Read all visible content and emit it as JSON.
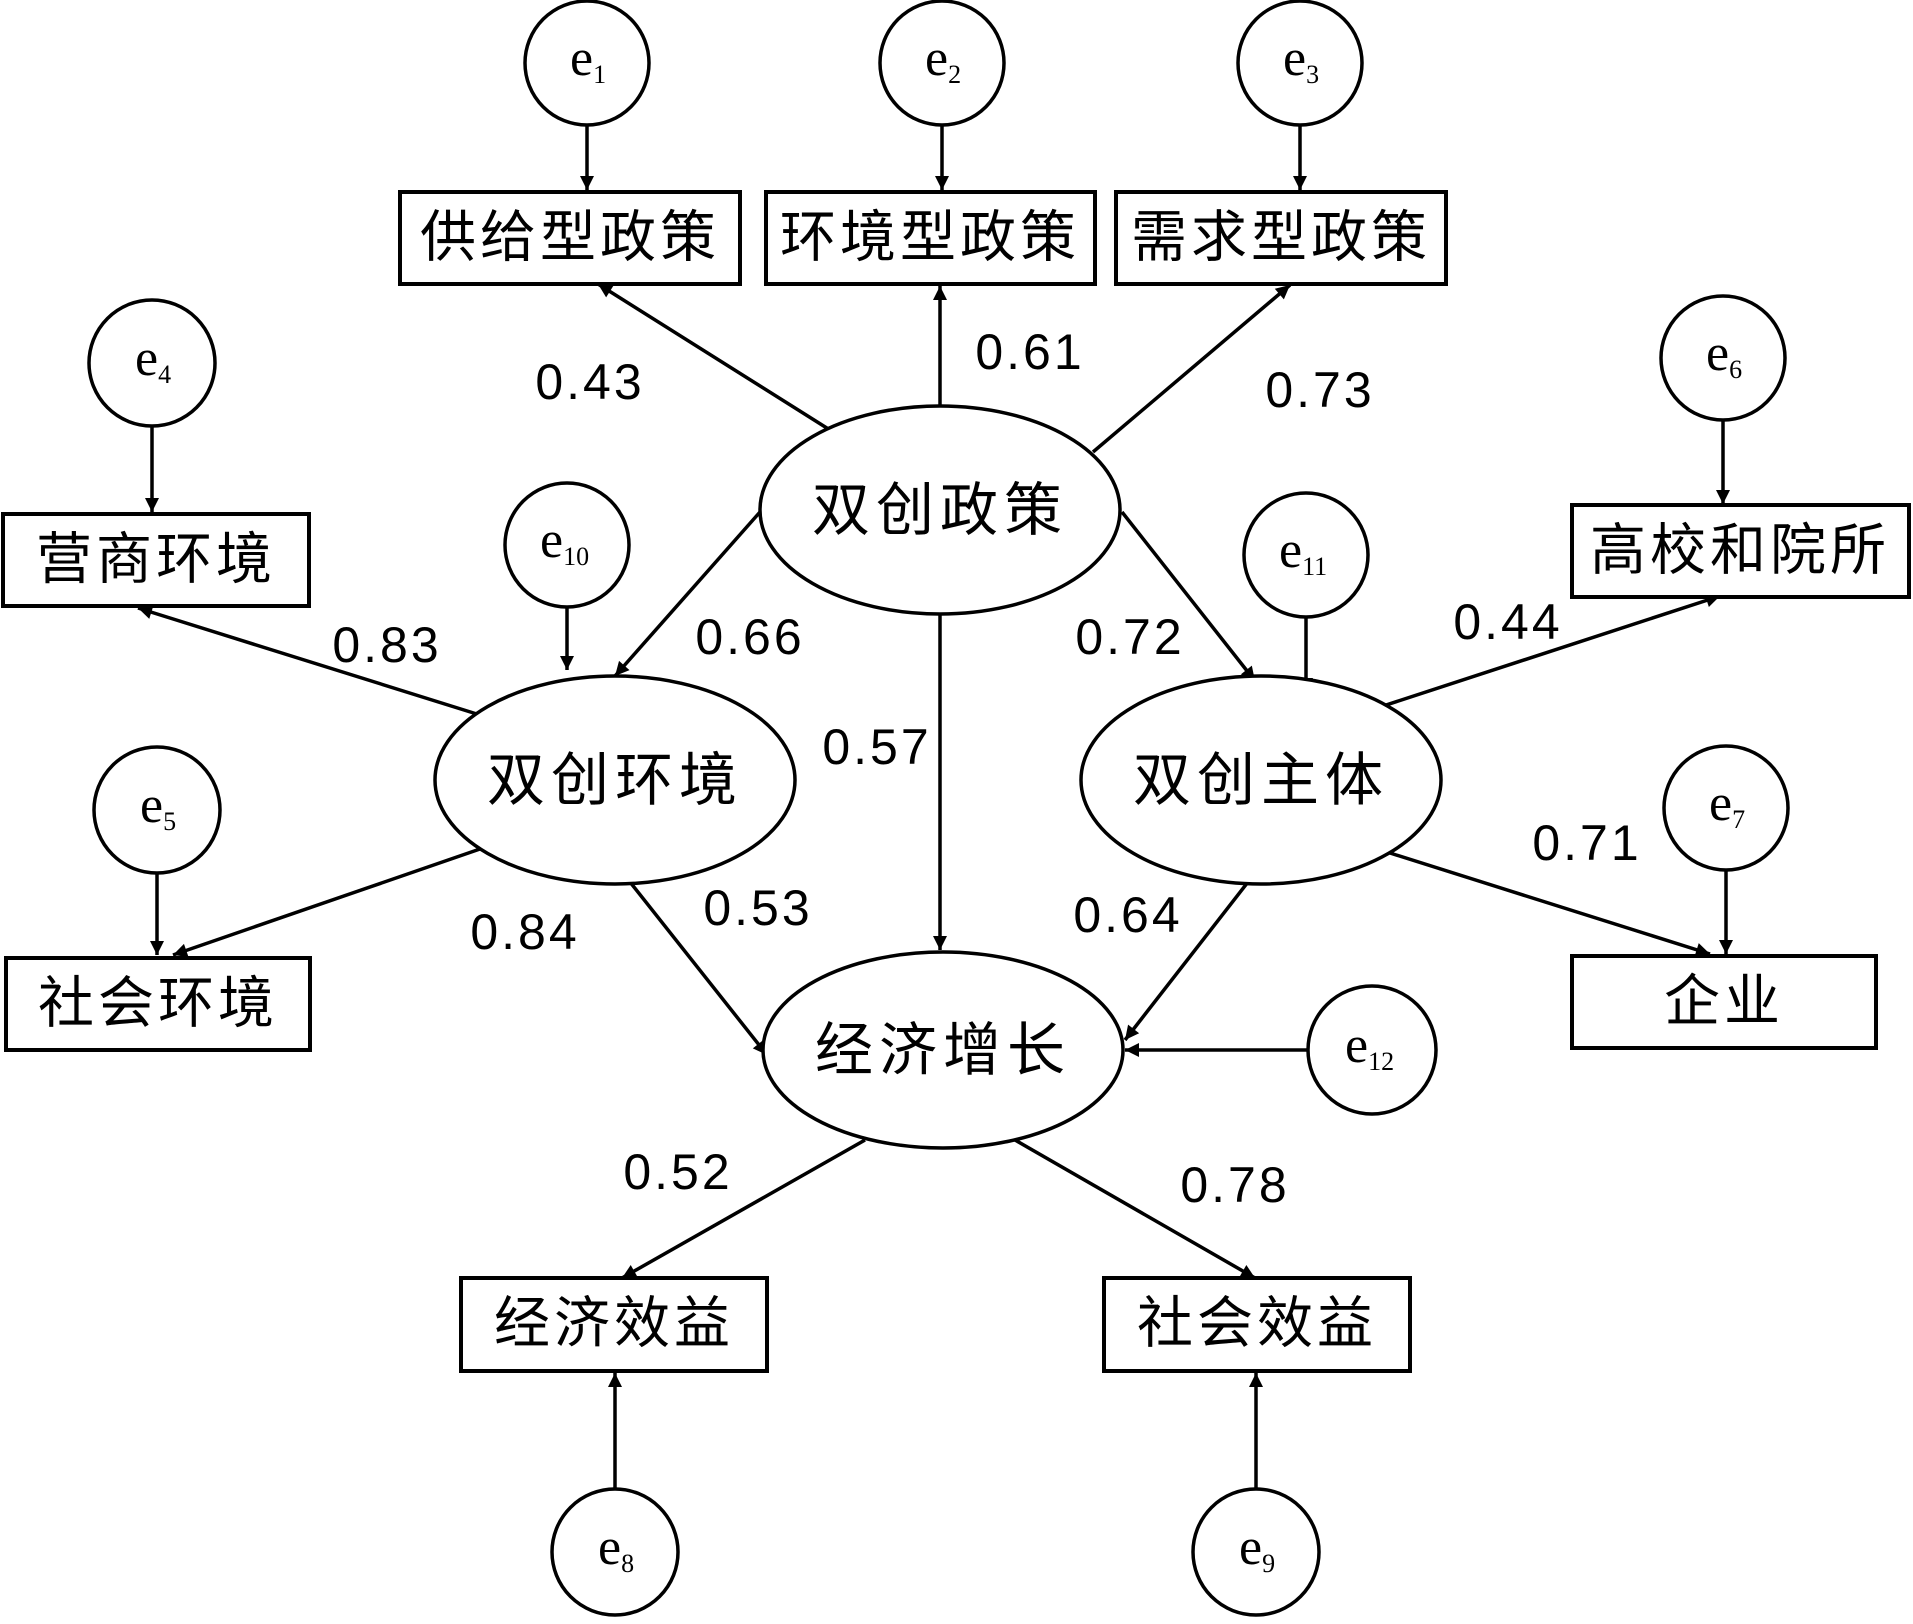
{
  "latents": {
    "policy": "双创政策",
    "environment": "双创环境",
    "subject": "双创主体",
    "growth": "经济增长"
  },
  "observed": {
    "supply_policy": "供给型政策",
    "env_policy": "环境型政策",
    "demand_policy": "需求型政策",
    "business_env": "营商环境",
    "social_env": "社会环境",
    "universities": "高校和院所",
    "enterprises": "企业",
    "econ_benefit": "经济效益",
    "social_benefit": "社会效益"
  },
  "errors": {
    "e1": {
      "base": "e",
      "sub": "1"
    },
    "e2": {
      "base": "e",
      "sub": "2"
    },
    "e3": {
      "base": "e",
      "sub": "3"
    },
    "e4": {
      "base": "e",
      "sub": "4"
    },
    "e5": {
      "base": "e",
      "sub": "5"
    },
    "e6": {
      "base": "e",
      "sub": "6"
    },
    "e7": {
      "base": "e",
      "sub": "7"
    },
    "e8": {
      "base": "e",
      "sub": "8"
    },
    "e9": {
      "base": "e",
      "sub": "9"
    },
    "e10": {
      "base": "e",
      "sub": "10"
    },
    "e11": {
      "base": "e",
      "sub": "11"
    },
    "e12": {
      "base": "e",
      "sub": "12"
    }
  },
  "coefficients": {
    "policy_supply": "0.43",
    "policy_env_policy": "0.61",
    "policy_demand": "0.73",
    "env_business": "0.83",
    "policy_environment": "0.66",
    "policy_growth": "0.57",
    "policy_subject": "0.72",
    "subject_universities": "0.44",
    "subject_enterprises": "0.71",
    "env_social": "0.84",
    "environment_growth": "0.53",
    "subject_growth": "0.64",
    "growth_econ_benefit": "0.52",
    "growth_social_benefit": "0.78"
  }
}
